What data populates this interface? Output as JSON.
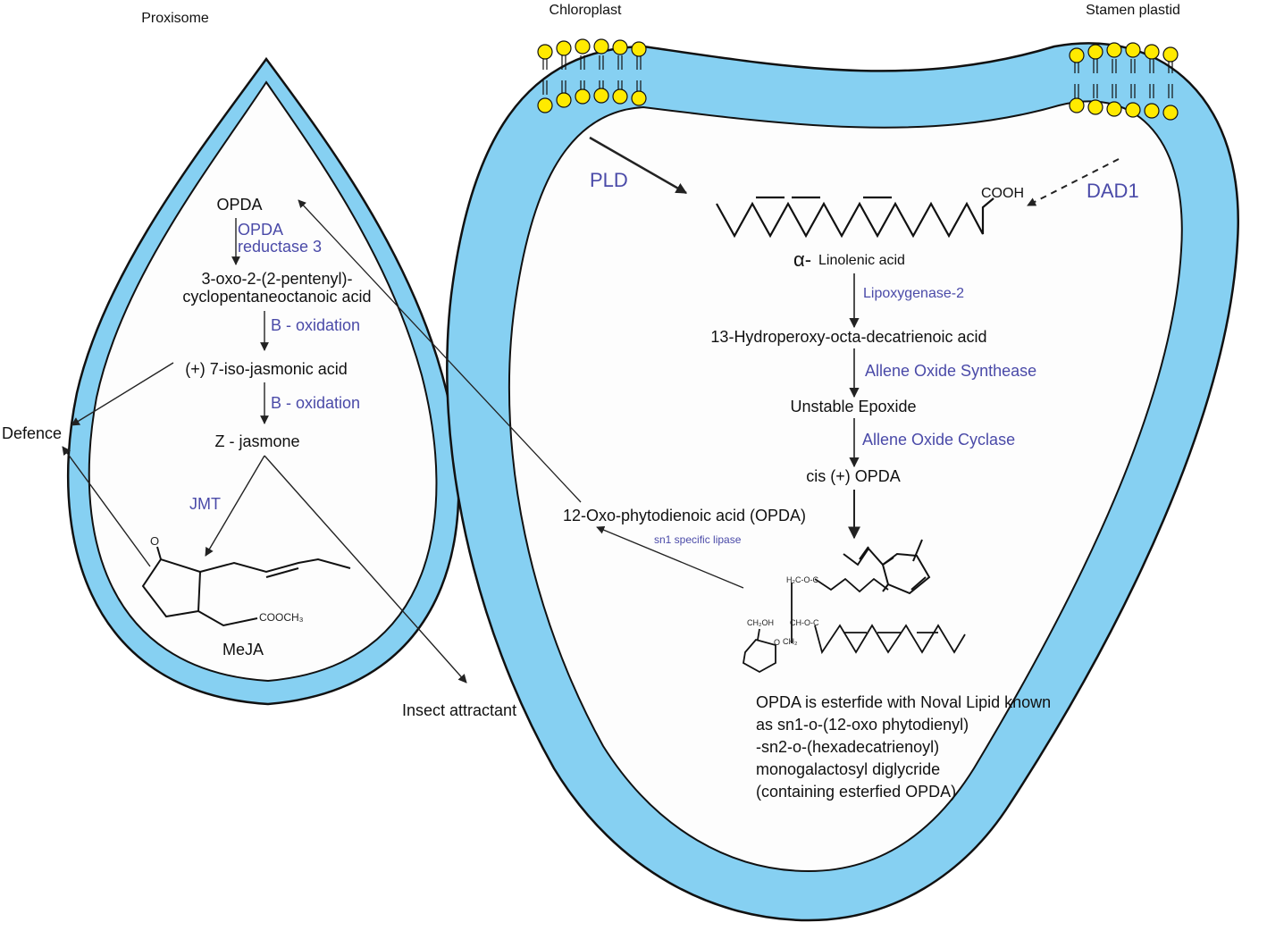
{
  "compartments": {
    "peroxisome": "Proxisome",
    "chloroplast": "Chloroplast",
    "stamen": "Stamen plastid"
  },
  "peroxisome_pathway": {
    "opda": "OPDA",
    "reductase_line1": "OPDA",
    "reductase_line2": "reductase 3",
    "intermediate_line1": "3-oxo-2-(2-pentenyl)-",
    "intermediate_line2": "cyclopentaneoctanoic acid",
    "b_oxidation_1": "B - oxidation",
    "iso_jasmonic": "(+) 7-iso-jasmonic acid",
    "b_oxidation_2": "B - oxidation",
    "jasmone": "Z - jasmone",
    "jmt": "JMT",
    "meja": "MeJA",
    "meja_o": "O",
    "meja_cooch": "COOCH₃"
  },
  "outputs": {
    "defence": "Defence",
    "insect": "Insect attractant"
  },
  "chloroplast_pathway": {
    "pld": "PLD",
    "dad1": "DAD1",
    "cooh": "COOH",
    "alpha": "α-",
    "linolenic": "Linolenic acid",
    "lipoxygenase": "Lipoxygenase-2",
    "hydroperoxy": "13-Hydroperoxy-octa-decatrienoic acid",
    "aos": "Allene Oxide Synthease",
    "epoxide": "Unstable Epoxide",
    "aoc": "Allene Oxide Cyclase",
    "cis_opda": "cis (+) OPDA",
    "oxo_opda": "12-Oxo-phytodienoic acid (OPDA)",
    "lipase": "sn1 specific lipase"
  },
  "lipid_structure": {
    "ch2oh": "CH₂OH",
    "o": "O",
    "h2co": "H₂C-O-C",
    "hco": "CH-O-C",
    "ch2": "CH₂"
  },
  "note": {
    "line1": "OPDA is esterfide with Noval Lipid known",
    "line2": "as sn1-o-(12-oxo phytodienyl)",
    "line3": "-sn2-o-(hexadecatrienoyl)",
    "line4": "monogalactosyl diglycride",
    "line5": "(containing esterfied OPDA)"
  },
  "colors": {
    "membrane": "#86d0f2",
    "outline": "#111111",
    "enzyme_text": "#4a4aa8",
    "lipid_head": "#ffea00"
  }
}
